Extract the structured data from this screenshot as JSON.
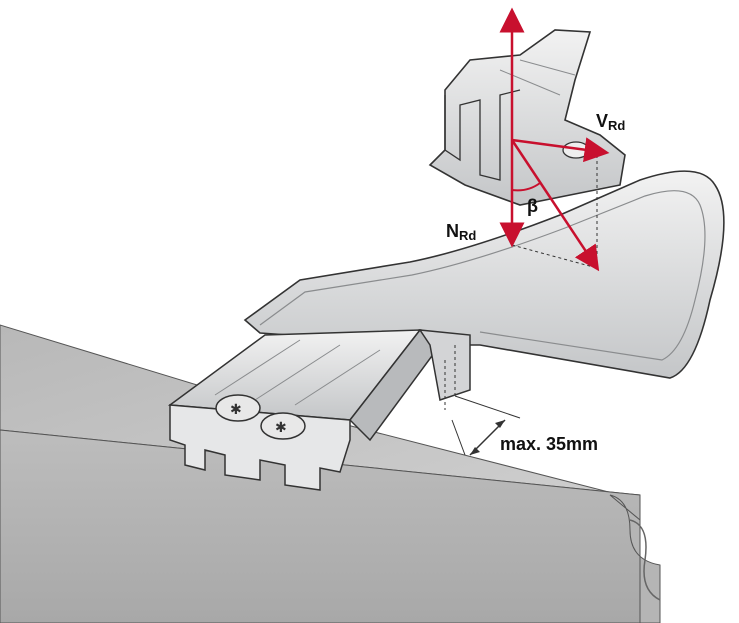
{
  "labels": {
    "vrd_main": "V",
    "vrd_sub": "Rd",
    "nrd_main": "N",
    "nrd_sub": "Rd",
    "beta": "β",
    "dimension": "max. 35mm"
  },
  "colors": {
    "force_arrow": "#c8102e",
    "metal": "#d9dadb",
    "metal_dark": "#9a9c9e",
    "panel": "#c9c9c9",
    "outline": "#2b2b2b"
  }
}
